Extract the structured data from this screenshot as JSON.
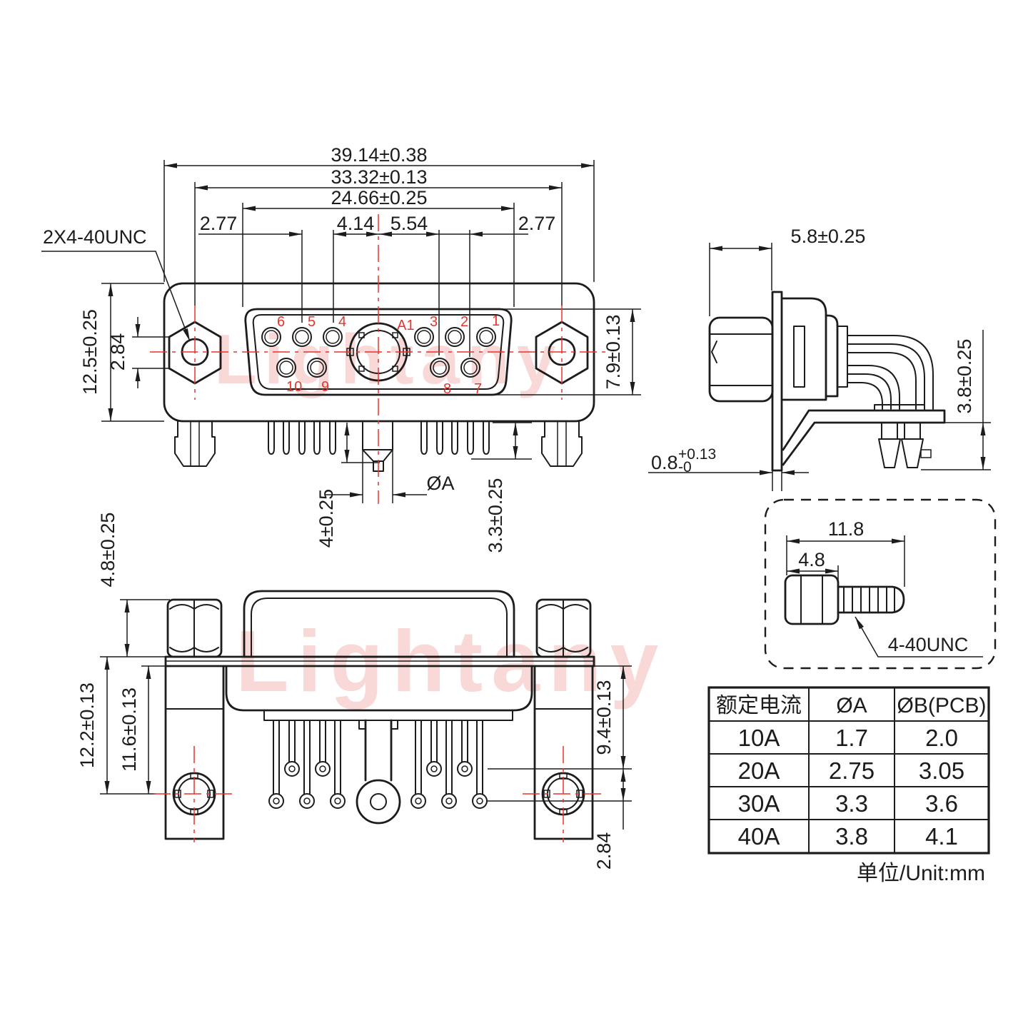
{
  "watermark": {
    "text": "Lightany"
  },
  "front_view": {
    "thread_callout": "2X4-40UNC",
    "dim_total_width": "39.14±0.38",
    "dim_mount_pitch": "33.32±0.13",
    "dim_shell_width": "24.66±0.25",
    "dim_pitch_left": "2.77",
    "dim_pitch_a": "4.14",
    "dim_pitch_b": "5.54",
    "dim_pitch_right": "2.77",
    "dim_body_height": "12.5±0.25",
    "dim_nut_flats": "2.84",
    "dim_shell_height": "7.9±0.13",
    "dim_tail_len_center": "4±0.25",
    "dim_tail_dia": "ØA",
    "dim_tail_len": "3.3±0.25",
    "pins": {
      "p1": "1",
      "p2": "2",
      "p3": "3",
      "p4": "4",
      "p5": "5",
      "p6": "6",
      "p7": "7",
      "p8": "8",
      "p9": "9",
      "p10": "10",
      "a1": "A1"
    }
  },
  "side_view": {
    "dim_depth": "5.8±0.25",
    "dim_flange_base": "0.8",
    "dim_flange_tol_up": "+0.13",
    "dim_flange_tol_dn": "-0",
    "dim_pin_h": "3.8±0.25"
  },
  "rear_view": {
    "dim_standoff": "4.8±0.25",
    "dim_plate_top_to_hole": "12.2±0.13",
    "dim_plate_bot_to_hole": "11.6±0.13",
    "dim_plate_to_pin": "9.4±0.13",
    "dim_row_gap": "2.84"
  },
  "screw_detail": {
    "dim_total_len": "11.8",
    "dim_head_len": "4.8",
    "thread_label": "4-40UNC"
  },
  "spec_table": {
    "headers": [
      "额定电流",
      "ØA",
      "ØB(PCB)"
    ],
    "rows": [
      [
        "10A",
        "1.7",
        "2.0"
      ],
      [
        "20A",
        "2.75",
        "3.05"
      ],
      [
        "30A",
        "3.3",
        "3.6"
      ],
      [
        "40A",
        "3.8",
        "4.1"
      ]
    ],
    "unit_note": "单位/Unit:mm"
  }
}
